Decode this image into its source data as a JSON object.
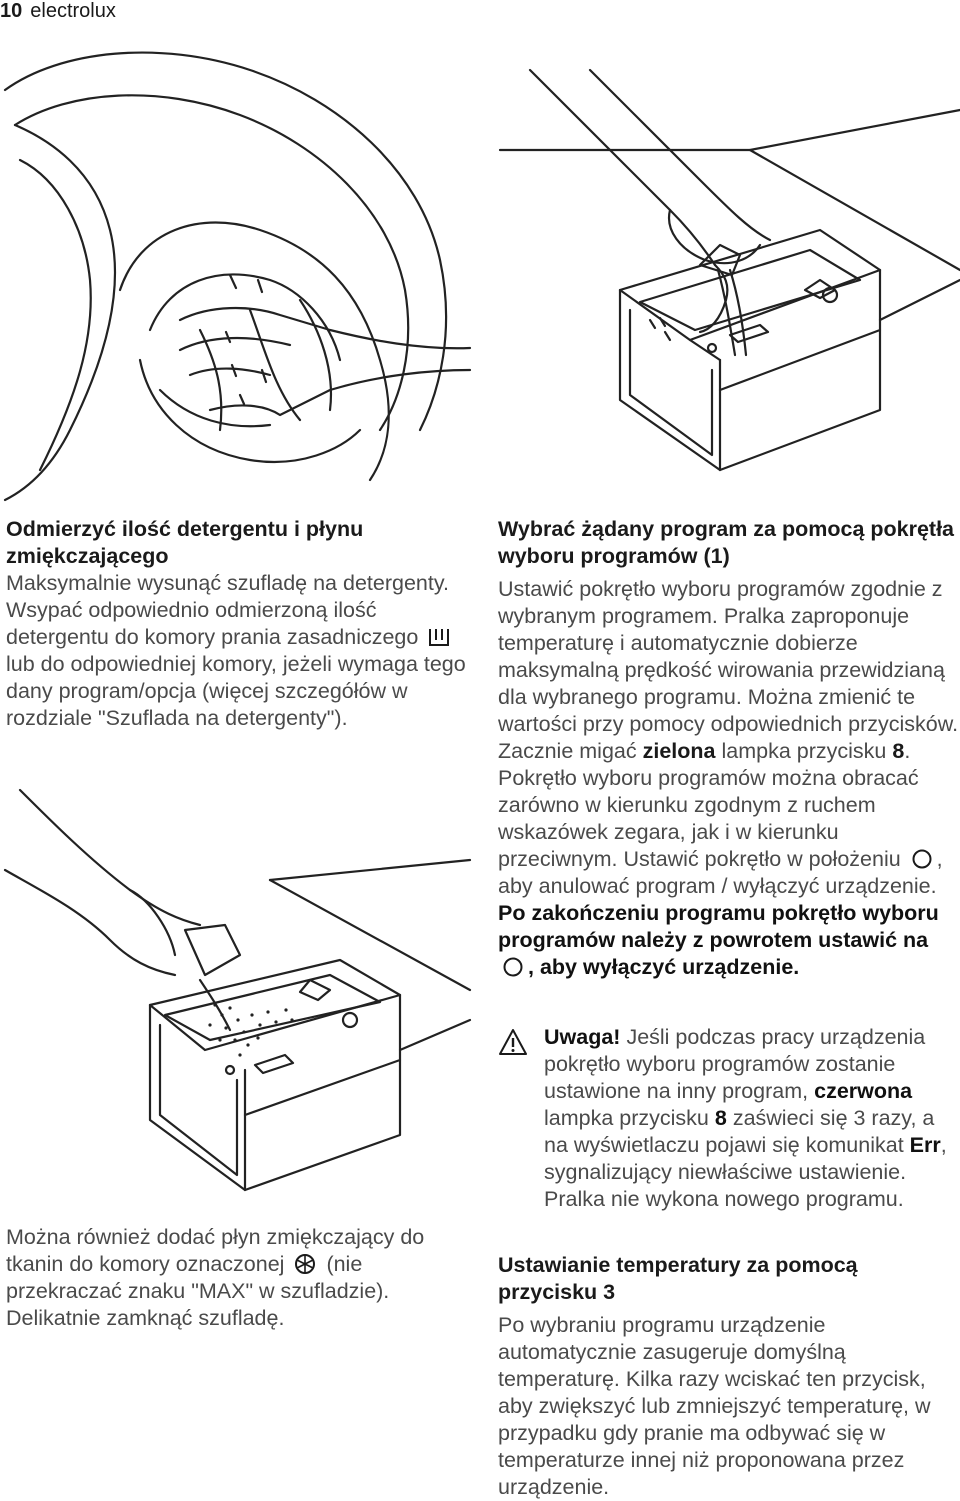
{
  "header": {
    "page_number": "10",
    "brand": "electrolux"
  },
  "icons": {
    "prewash_or_main": "main-wash-compartment-icon",
    "softener": "softener-compartment-icon",
    "off": "off-position-icon",
    "warning": "warning-icon"
  },
  "left": {
    "section1": {
      "heading": "Odmierzyć ilość detergentu i płynu zmiękczającego",
      "para_part1": "Maksymalnie wysunąć szufladę na detergenty. Wsypać odpowiednio odmierzoną ilość detergentu do komory prania zasadniczego",
      "para_part2": "lub do odpowiedniej komory, jeżeli wymaga tego dany program/opcja (więcej szczegółów w rozdziale \"Szuflada na detergenty\")."
    },
    "section2": {
      "para_part1": "Można również dodać płyn zmiękczający do tkanin do komory oznaczonej",
      "para_part2": "(nie przekraczać znaku \"MAX\" w szufladzie). Delikatnie zamknąć szufladę."
    }
  },
  "right": {
    "section1": {
      "heading": "Wybrać żądany program za pomocą pokrętła wyboru programów (1)",
      "para1_part1": "Ustawić pokrętło wyboru programów zgodnie z wybranym programem. Pralka zaproponuje temperaturę i automatycznie dobierze maksymalną prędkość wirowania przewidzianą dla wybranego programu. Można zmienić te wartości przy pomocy odpowiednich przycisków. Zacznie migać",
      "para1_bold": "zielona",
      "para1_part2": "lampka przycisku",
      "para1_num": "8",
      "para1_end": ".",
      "para2_part1": "Pokrętło wyboru programów można obracać zarówno w kierunku zgodnym z ruchem wskazówek zegara, jak i w kierunku przeciwnym. Ustawić pokrętło w położeniu",
      "para2_part2": ", aby anulować program / wyłączyć urządzenie.",
      "para3_part1": "Po zakończeniu programu pokrętło wyboru programów należy z powrotem ustawić na",
      "para3_part2": ", aby wyłączyć urządzenie."
    },
    "warning": {
      "label": "Uwaga!",
      "part1": "Jeśli podczas pracy urządzenia pokrętło wyboru programów zostanie ustawione na inny program,",
      "bold_red": "czerwona",
      "part2": "lampka przycisku",
      "num": "8",
      "part3": "zaświeci się 3 razy, a na wyświetlaczu pojawi się komunikat",
      "err": "Err",
      "part4": ", sygnalizujący niewłaściwe ustawienie. Pralka nie wykona nowego programu."
    },
    "section2": {
      "heading": "Ustawianie temperatury za pomocą przycisku 3",
      "para": "Po wybraniu programu urządzenie automatycznie zasugeruje domyślną temperaturę. Kilka razy wciskać ten przycisk, aby zwiększyć lub zmniejszyć temperaturę, w przypadku gdy pranie ma odbywać się w temperaturze innej niż proponowana przez urządzenie."
    }
  }
}
